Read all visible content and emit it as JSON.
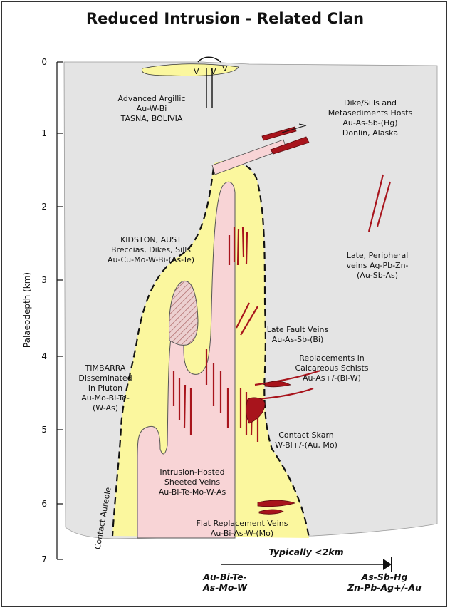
{
  "title": "Reduced Intrusion - Related Clan",
  "axis": {
    "ylabel": "Palaeodepth (km)",
    "ticks": [
      "0",
      "1",
      "2",
      "3",
      "4",
      "5",
      "6",
      "7"
    ]
  },
  "labels": {
    "advanced_argillic": [
      "Advanced Argillic",
      "Au-W-Bi",
      "TASNA, BOLIVIA"
    ],
    "dike_sills": [
      "Dike/Sills and",
      "Metasediments Hosts",
      "Au-As-Sb-(Hg)",
      "Donlin, Alaska"
    ],
    "late_peripheral": [
      "Late, Peripheral",
      "veins Ag-Pb-Zn-",
      "(Au-Sb-As)"
    ],
    "kidston": [
      "KIDSTON, AUST",
      "Breccias, Dikes, Sills",
      "Au-Cu-Mo-W-Bi-(As-Te)"
    ],
    "late_fault": [
      "Late Fault Veins",
      "Au-As-Sb-(Bi)"
    ],
    "replacements": [
      "Replacements in",
      "Calcareous Schists",
      "Au-As+/-(Bi-W)"
    ],
    "timbarra": [
      "TIMBARRA",
      "Disseminated",
      "in Pluton",
      "Au-Mo-Bi-Te-",
      "(W-As)"
    ],
    "contact_skarn": [
      "Contact Skarn",
      "W-Bi+/-(Au, Mo)"
    ],
    "intrusion_hosted": [
      "Intrusion-Hosted",
      "Sheeted Veins",
      "Au-Bi-Te-Mo-W-As"
    ],
    "flat_replacement": [
      "Flat Replacement Veins",
      "Au-Bi-As-W-(Mo)"
    ],
    "contact_aureole": "Contact Aureole",
    "volcanic_marks": [
      "V",
      "V",
      "V"
    ]
  },
  "bottom": {
    "typically": "Typically <2km",
    "left": [
      "Au-Bi-Te-",
      "As-Mo-W"
    ],
    "right": [
      "As-Sb-Hg",
      "Zn-Pb-Ag+/-Au"
    ]
  },
  "colors": {
    "host": "#e4e4e4",
    "aureole": "#fbf79e",
    "intrusion": "#f8d4d6",
    "vein": "#a8141c",
    "breccia": "#e8c8c8"
  }
}
